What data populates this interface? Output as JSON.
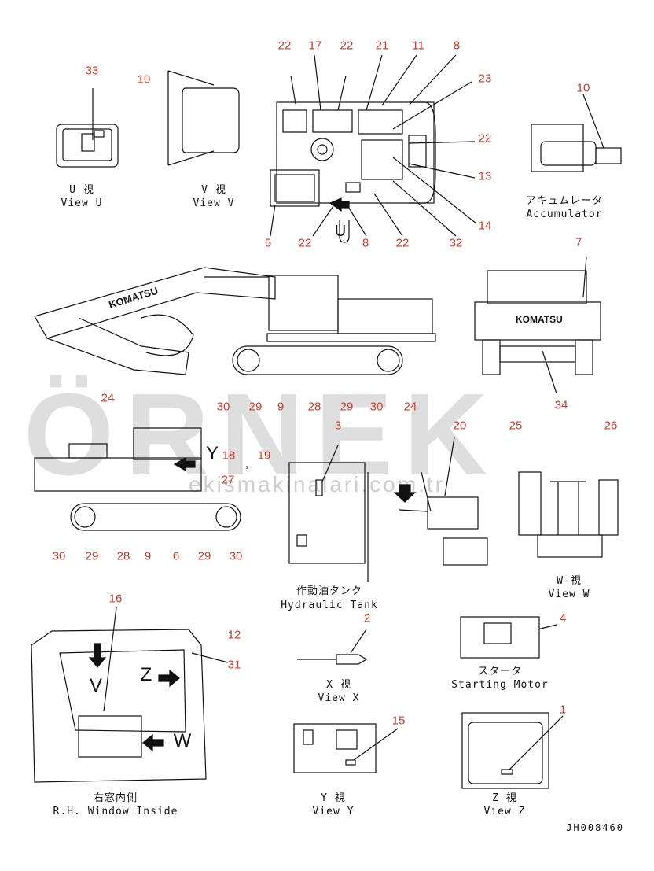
{
  "watermark": {
    "main": "ÖRNEK",
    "sub": "ekismakinalari.com.tr"
  },
  "doc_id": "JH008460",
  "callouts": {
    "n33": "33",
    "n10a": "10",
    "n22a": "22",
    "n17": "17",
    "n22b": "22",
    "n21": "21",
    "n11": "11",
    "n8a": "8",
    "n23": "23",
    "n22c": "22",
    "n13": "13",
    "n14": "14",
    "n32": "32",
    "n22d": "22",
    "n8b": "8",
    "n22e": "22",
    "n5": "5",
    "n10b": "10",
    "n7": "7",
    "n34": "34",
    "n24a": "24",
    "n30a": "30",
    "n29a": "29",
    "n9a": "9",
    "n28a": "28",
    "n29b": "29",
    "n30b": "30",
    "n24b": "24",
    "n18": "18",
    "n19": "19",
    "n27": "27",
    "n30c": "30",
    "n29c": "29",
    "n28b": "28",
    "n9b": "9",
    "n6": "6",
    "n29d": "29",
    "n30d": "30",
    "n3": "3",
    "n20": "20",
    "n25": "25",
    "n26": "26",
    "n2": "2",
    "n4": "4",
    "n16": "16",
    "n12": "12",
    "n31": "31",
    "n15": "15",
    "n1": "1"
  },
  "captions": {
    "view_u_jp": "U 視",
    "view_u": "View U",
    "view_v_jp": "V 視",
    "view_v": "View V",
    "accum_jp": "アキュムレータ",
    "accum": "Accumulator",
    "tank_jp": "作動油タンク",
    "tank": "Hydraulic Tank",
    "view_w_jp": "W 視",
    "view_w": "View W",
    "view_x_jp": "X 視",
    "view_x": "View X",
    "starter_jp": "スタータ",
    "starter": "Starting Motor",
    "window_jp": "右窓内側",
    "window": "R.H. Window Inside",
    "view_y_jp": "Y 視",
    "view_y": "View Y",
    "view_z_jp": "Z 視",
    "view_z": "View Z"
  },
  "view_letters": {
    "y": "Y",
    "comma": ",",
    "v": "V",
    "z": "Z",
    "w": "W",
    "u": "U"
  },
  "brand": {
    "name": "KOMATSU"
  },
  "colors": {
    "callout": "#d23a2a",
    "line": "#111111",
    "watermark": "#d9d9d9"
  }
}
